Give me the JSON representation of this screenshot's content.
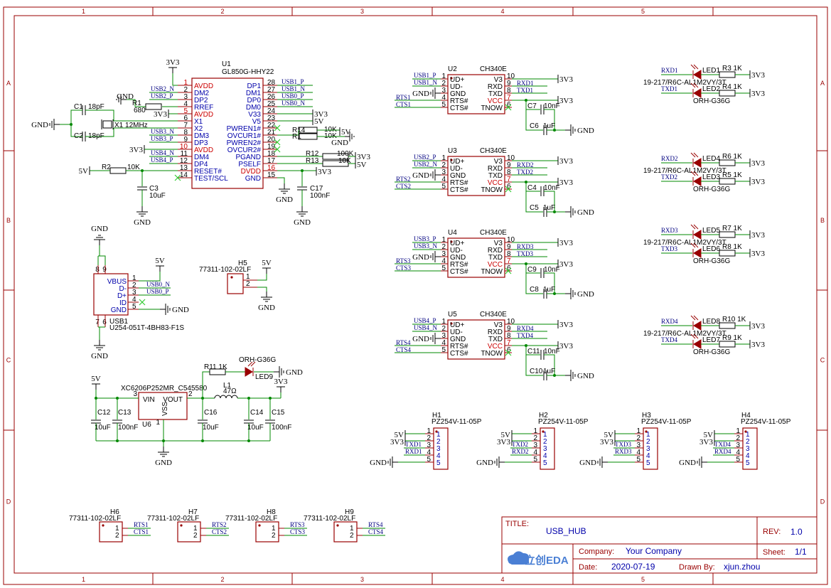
{
  "sheet": {
    "col_labels": [
      "1",
      "2",
      "3",
      "4",
      "5"
    ],
    "row_labels": [
      "A",
      "B",
      "C",
      "D"
    ]
  },
  "title_block": {
    "title_label": "TITLE:",
    "title": "USB_HUB",
    "rev_label": "REV:",
    "rev": "1.0",
    "company_label": "Company:",
    "company": "Your Company",
    "sheet_label": "Sheet:",
    "sheet": "1/1",
    "date_label": "Date:",
    "date": "2020-07-19",
    "drawn_label": "Drawn By:",
    "drawn_by": "xjun.zhou",
    "logo_text": "立创EDA"
  },
  "u1": {
    "ref": "U1",
    "part": "GL850G-HHY22",
    "left_pins": [
      {
        "num": "1",
        "name": "AVDD",
        "red": true
      },
      {
        "num": "2",
        "name": "DM2",
        "red": false
      },
      {
        "num": "3",
        "name": "DP2",
        "red": false
      },
      {
        "num": "4",
        "name": "RREF",
        "red": false
      },
      {
        "num": "5",
        "name": "AVDD",
        "red": true
      },
      {
        "num": "6",
        "name": "X1",
        "red": false
      },
      {
        "num": "7",
        "name": "X2",
        "red": false
      },
      {
        "num": "8",
        "name": "DM3",
        "red": false
      },
      {
        "num": "9",
        "name": "DP3",
        "red": false
      },
      {
        "num": "10",
        "name": "AVDD",
        "red": true
      },
      {
        "num": "11",
        "name": "DM4",
        "red": false
      },
      {
        "num": "12",
        "name": "DP4",
        "red": false
      },
      {
        "num": "13",
        "name": "RESET#",
        "red": false
      },
      {
        "num": "14",
        "name": "TEST/SCL",
        "red": false
      }
    ],
    "right_pins": [
      {
        "num": "28",
        "name": "DP1",
        "red": false
      },
      {
        "num": "27",
        "name": "DM1",
        "red": false
      },
      {
        "num": "26",
        "name": "DP0",
        "red": false
      },
      {
        "num": "25",
        "name": "DM0",
        "red": false
      },
      {
        "num": "24",
        "name": "V33",
        "red": false
      },
      {
        "num": "23",
        "name": "V5",
        "red": false
      },
      {
        "num": "22",
        "name": "PWREN1#",
        "red": false
      },
      {
        "num": "21",
        "name": "OVCUR1#",
        "red": false
      },
      {
        "num": "20",
        "name": "PWREN2#",
        "red": false
      },
      {
        "num": "19",
        "name": "OVCUR2#",
        "red": false
      },
      {
        "num": "18",
        "name": "PGAND",
        "red": false
      },
      {
        "num": "17",
        "name": "PSELF",
        "red": false
      },
      {
        "num": "16",
        "name": "DVDD",
        "red": true
      },
      {
        "num": "15",
        "name": "GND",
        "red": false
      }
    ],
    "left_nets": [
      "",
      "USB2_N",
      "USB2_P",
      "",
      "",
      "",
      "",
      "USB3_N",
      "USB3_P",
      "",
      "USB4_N",
      "USB4_P",
      "",
      ""
    ],
    "right_nets": [
      "USB1_P",
      "USB1_N",
      "USB0_P",
      "USB0_N",
      "",
      "",
      "",
      "",
      "",
      "",
      "",
      "",
      "",
      ""
    ]
  },
  "parts": {
    "c1": {
      "ref": "C1",
      "val": "18pF"
    },
    "c2": {
      "ref": "C2",
      "val": "18pF"
    },
    "x1": {
      "ref": "X1",
      "val": "12MHz"
    },
    "r1": {
      "ref": "R1",
      "val": "680"
    },
    "r2": {
      "ref": "R2",
      "val": "10K"
    },
    "c3": {
      "ref": "C3",
      "val": "10uF"
    },
    "r14": {
      "ref": "R14",
      "val": "10K"
    },
    "r_ov": {
      "ref": "R1",
      "val": "10K"
    },
    "r12": {
      "ref": "R12",
      "val": "100K"
    },
    "r13": {
      "ref": "R13",
      "val": "10K"
    },
    "c17": {
      "ref": "C17",
      "val": "100nF"
    }
  },
  "power": {
    "gnd": "GND",
    "v33": "3V3",
    "v5": "5V"
  },
  "usb1": {
    "ref": "USB1",
    "part": "U254-051T-4BH83-F1S",
    "pins": [
      {
        "num": "1",
        "name": "VBUS"
      },
      {
        "num": "2",
        "name": "D-"
      },
      {
        "num": "3",
        "name": "D+"
      },
      {
        "num": "4",
        "name": "ID"
      },
      {
        "num": "5",
        "name": "GND"
      }
    ],
    "shell_top": [
      "8",
      "9"
    ],
    "shell_bot": [
      "7",
      "6"
    ],
    "nets": [
      "",
      "USB0_N",
      "USB0_P",
      "",
      ""
    ]
  },
  "h5": {
    "ref": "H5",
    "part": "77311-102-02LF",
    "pins": [
      "1",
      "2"
    ]
  },
  "ch340": [
    {
      "ref": "U2",
      "part": "CH340E",
      "in_p": "USB1_P",
      "in_n": "USB1_N",
      "rts": "RTS1",
      "cts": "CTS1",
      "rxd": "RXD1",
      "txd": "TXD1",
      "ca": {
        "ref": "C7",
        "val": "10nF"
      },
      "cb": {
        "ref": "C6",
        "val": "1uF"
      }
    },
    {
      "ref": "U3",
      "part": "CH340E",
      "in_p": "USB2_P",
      "in_n": "USB2_N",
      "rts": "RTS2",
      "cts": "CTS2",
      "rxd": "RXD2",
      "txd": "TXD2",
      "ca": {
        "ref": "C4",
        "val": "10nF"
      },
      "cb": {
        "ref": "C5",
        "val": "1uF"
      }
    },
    {
      "ref": "U4",
      "part": "CH340E",
      "in_p": "USB3_P",
      "in_n": "USB3_N",
      "rts": "RTS3",
      "cts": "CTS3",
      "rxd": "RXD3",
      "txd": "TXD3",
      "ca": {
        "ref": "C9",
        "val": "10nF"
      },
      "cb": {
        "ref": "C8",
        "val": "1uF"
      }
    },
    {
      "ref": "U5",
      "part": "CH340E",
      "in_p": "USB4_P",
      "in_n": "USB4_N",
      "rts": "RTS4",
      "cts": "CTS4",
      "rxd": "RXD4",
      "txd": "TXD4",
      "ca": {
        "ref": "C11",
        "val": "10nF"
      },
      "cb": {
        "ref": "C10",
        "val": "1uF"
      }
    }
  ],
  "ch340_pins": {
    "left": [
      {
        "num": "1",
        "name": "UD+"
      },
      {
        "num": "2",
        "name": "UD-"
      },
      {
        "num": "3",
        "name": "GND"
      },
      {
        "num": "4",
        "name": "RTS#"
      },
      {
        "num": "5",
        "name": "CTS#"
      }
    ],
    "right": [
      {
        "num": "10",
        "name": "V3",
        "red": false
      },
      {
        "num": "9",
        "name": "RXD",
        "red": false
      },
      {
        "num": "8",
        "name": "TXD",
        "red": false
      },
      {
        "num": "7",
        "name": "VCC",
        "red": true
      },
      {
        "num": "6",
        "name": "TNOW",
        "red": false
      }
    ]
  },
  "leds": [
    {
      "net_a": "RXD1",
      "led_a": "LED1",
      "r_a": {
        "ref": "R3",
        "val": "1K"
      },
      "net_b": "TXD1",
      "led_b": "LED2",
      "r_b": {
        "ref": "R4",
        "val": "1K"
      }
    },
    {
      "net_a": "RXD2",
      "led_a": "LED4",
      "r_a": {
        "ref": "R6",
        "val": "1K"
      },
      "net_b": "TXD2",
      "led_b": "LED3",
      "r_b": {
        "ref": "R5",
        "val": "1K"
      }
    },
    {
      "net_a": "RXD3",
      "led_a": "LED5",
      "r_a": {
        "ref": "R7",
        "val": "1K"
      },
      "net_b": "TXD3",
      "led_b": "LED6",
      "r_b": {
        "ref": "R8",
        "val": "1K"
      }
    },
    {
      "net_a": "RXD4",
      "led_a": "LED8",
      "r_a": {
        "ref": "R10",
        "val": "1K"
      },
      "net_b": "TXD4",
      "led_b": "LED7",
      "r_b": {
        "ref": "R9",
        "val": "1K"
      }
    }
  ],
  "led_part_a": "19-217/R6C-AL1M2VY/3T",
  "led_part_b": "ORH-G36G",
  "reg": {
    "ref": "U6",
    "part": "XC6206P252MR_C545580",
    "vin": "VIN",
    "vout": "VOUT",
    "vss": "VSS",
    "pin_vin": "3",
    "pin_vout": "2",
    "pin_vss": "1",
    "r11": {
      "ref": "R11",
      "val": "1K"
    },
    "led9": {
      "ref": "LED9",
      "val": "ORH-G36G"
    },
    "l1": {
      "ref": "L1",
      "val": "47Ω"
    },
    "c12": {
      "ref": "C12",
      "val": "10uF"
    },
    "c13": {
      "ref": "C13",
      "val": "100nF"
    },
    "c16": {
      "ref": "C16",
      "val": "10uF"
    },
    "c14": {
      "ref": "C14",
      "val": "10uF"
    },
    "c15": {
      "ref": "C15",
      "val": "100nF"
    }
  },
  "headers": [
    {
      "ref": "H1",
      "part": "PZ254V-11-05P",
      "txd": "TXD1",
      "rxd": "RXD1"
    },
    {
      "ref": "H2",
      "part": "PZ254V-11-05P",
      "txd": "TXD2",
      "rxd": "RXD2"
    },
    {
      "ref": "H3",
      "part": "PZ254V-11-05P",
      "txd": "TXD3",
      "rxd": "RXD3"
    },
    {
      "ref": "H4",
      "part": "PZ254V-11-05P",
      "txd": "TXD4",
      "rxd": "RXD4"
    }
  ],
  "header_pins": [
    "1",
    "2",
    "3",
    "4",
    "5"
  ],
  "small_hdr": [
    {
      "ref": "H6",
      "part": "77311-102-02LF",
      "rts": "RTS1",
      "cts": "CTS1"
    },
    {
      "ref": "H7",
      "part": "77311-102-02LF",
      "rts": "RTS2",
      "cts": "CTS2"
    },
    {
      "ref": "H8",
      "part": "77311-102-02LF",
      "rts": "RTS3",
      "cts": "CTS3"
    },
    {
      "ref": "H9",
      "part": "77311-102-02LF",
      "rts": "RTS4",
      "cts": "CTS4"
    }
  ]
}
